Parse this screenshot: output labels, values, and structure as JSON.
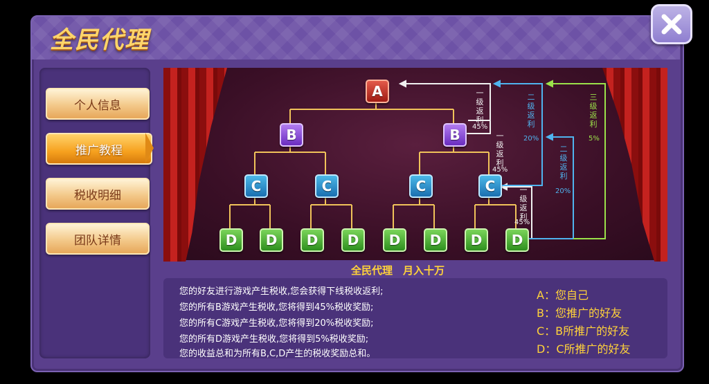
{
  "title": "全民代理",
  "close_icon": "close-icon",
  "sidebar": {
    "items": [
      {
        "label": "个人信息",
        "active": false
      },
      {
        "label": "推广教程",
        "active": true
      },
      {
        "label": "税收明细",
        "active": false
      },
      {
        "label": "团队详情",
        "active": false
      }
    ]
  },
  "diagram": {
    "nodes": {
      "a": "A",
      "b": "B",
      "c": "C",
      "d": "D"
    },
    "labels": {
      "rebate1_top": "一级返利",
      "rebate1_top_pct": "45%",
      "rebate1_mid": "一级返利",
      "rebate1_mid_pct": "45%",
      "rebate1_low": "一级返利",
      "rebate1_low_pct": "45%",
      "rebate2_top": "二级返利",
      "rebate2_top_pct": "20%",
      "rebate2_low": "二级返利",
      "rebate2_low_pct": "20%",
      "rebate3": "三级返利",
      "rebate3_pct": "5%"
    },
    "colors": {
      "rebate1": "#f0f0f0",
      "rebate2": "#4fb4ef",
      "rebate3": "#9be24a",
      "tree_line": "#f1c35a"
    }
  },
  "subtitle": "全民代理　月入十万",
  "rules": [
    "您的好友进行游戏产生税收,您会获得下线税收返利;",
    "您的所有B游戏产生税收,您将得到45%税收奖励;",
    "您的所有C游戏产生税收,您将得到20%税收奖励;",
    "您的所有D游戏产生税收,您将得到5%税收奖励;",
    "您的收益总和为所有B,C,D产生的税收奖励总和。"
  ],
  "legend": [
    "A：您自己",
    "B：您推广的好友",
    "C：B所推广的好友",
    "D：C所推广的好友"
  ]
}
